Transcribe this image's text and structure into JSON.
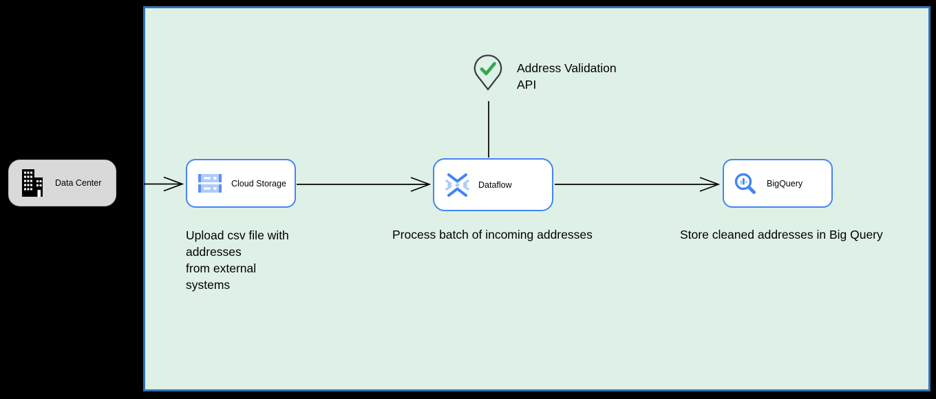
{
  "colors": {
    "zone_fill": "#dff0e7",
    "zone_border": "#3273b4",
    "node_fill": "#ffffff",
    "node_border": "#4285f4",
    "datacenter_fill": "#d9d9d9",
    "icon_blue": "#4285f4",
    "icon_blue_light": "#aecbfa",
    "check_green": "#34a853",
    "pin_outline": "#3c4043",
    "connector": "#000000",
    "text": "#000000"
  },
  "nodes": {
    "data_center": {
      "label": "Data Center",
      "icon": "building-icon"
    },
    "cloud_storage": {
      "label": "Cloud Storage",
      "icon": "cloud-storage-icon"
    },
    "dataflow": {
      "label": "Dataflow",
      "icon": "dataflow-icon"
    },
    "bigquery": {
      "label": "BigQuery",
      "icon": "bigquery-icon"
    }
  },
  "annotation": {
    "label": "Address Validation\nAPI",
    "icon": "location-pin-check-icon"
  },
  "captions": {
    "upload": "Upload csv file with\naddresses\nfrom external\nsystems",
    "process": "Process batch of incoming addresses",
    "store": "Store cleaned addresses in Big Query"
  }
}
